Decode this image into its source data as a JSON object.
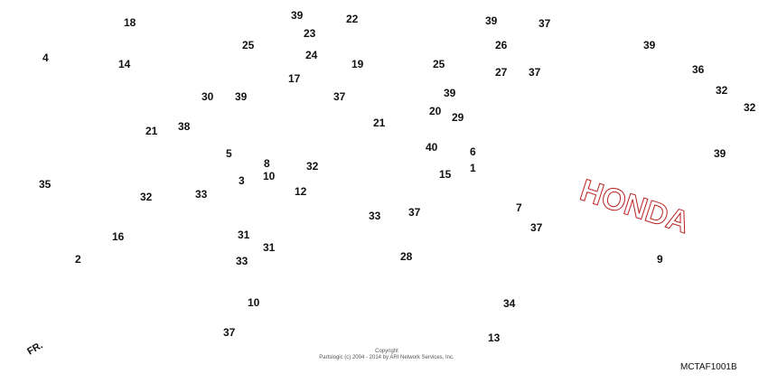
{
  "callouts": [
    "1",
    "2",
    "3",
    "4",
    "5",
    "6",
    "7",
    "8",
    "9",
    "10",
    "10",
    "12",
    "13",
    "14",
    "15",
    "16",
    "17",
    "18",
    "19",
    "20",
    "21",
    "21",
    "22",
    "23",
    "24",
    "25",
    "25",
    "26",
    "27",
    "28",
    "29",
    "30",
    "31",
    "31",
    "32",
    "32",
    "32",
    "32",
    "33",
    "33",
    "33",
    "34",
    "35",
    "36",
    "37",
    "37",
    "37",
    "37",
    "37",
    "37",
    "38",
    "39",
    "39",
    "39",
    "39",
    "39",
    "39",
    "40"
  ],
  "copyright": [
    "Copyright",
    "Partslogic (c) 2004 - 2014 by ARI Network Services, Inc."
  ],
  "diagram_code": "MCTAF1001B",
  "direction_label": "FR.",
  "watermark": "HONDA"
}
